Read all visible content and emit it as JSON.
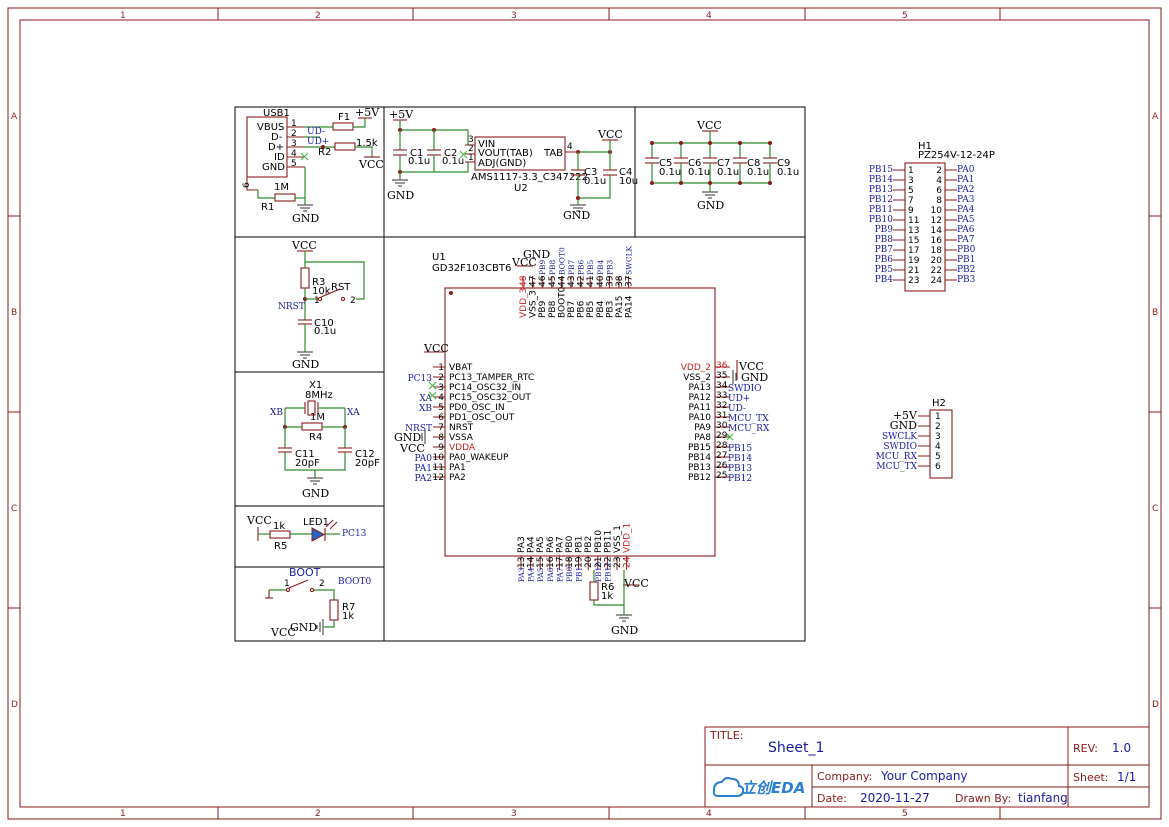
{
  "frame": {
    "cols": [
      "1",
      "2",
      "3",
      "4",
      "5"
    ],
    "rows": [
      "A",
      "B",
      "C",
      "D"
    ]
  },
  "power": {
    "p5v": "+5V",
    "vcc": "VCC",
    "gnd": "GND"
  },
  "usb": {
    "ref": "USB1",
    "pins": [
      "VBUS",
      "D-",
      "D+",
      "ID",
      "GND"
    ],
    "pin_nums": [
      "1",
      "2",
      "3",
      "4",
      "5",
      "6"
    ],
    "f1": "F1",
    "r2": "R2",
    "r2_val": "1.5k",
    "r1": "R1",
    "r1_val": "1M",
    "net_udm": "UD-",
    "net_udp": "UD+"
  },
  "ldo": {
    "c1": "C1",
    "c1v": "0.1u",
    "c2": "C2",
    "c2v": "0.1u",
    "pin_vin": "VIN",
    "pin_vout": "VOUT(TAB)",
    "pin_adj": "ADJ(GND)",
    "pin_tab": "TAB",
    "pn3": "3",
    "pn2": "2",
    "pn1": "1",
    "pn4": "4",
    "part": "AMS1117-3.3_C347222",
    "ref": "U2",
    "c3": "C3",
    "c3v": "0.1u",
    "c4": "C4",
    "c4v": "10u"
  },
  "decoup": {
    "caps": [
      {
        "ref": "C5",
        "val": "0.1u"
      },
      {
        "ref": "C6",
        "val": "0.1u"
      },
      {
        "ref": "C7",
        "val": "0.1u"
      },
      {
        "ref": "C8",
        "val": "0.1u"
      },
      {
        "ref": "C9",
        "val": "0.1u"
      }
    ]
  },
  "reset": {
    "r3": "R3",
    "r3v": "10k",
    "sw": "RST",
    "net": "NRST",
    "c10": "C10",
    "c10v": "0.1u",
    "p1": "1",
    "p2": "2"
  },
  "xtal": {
    "ref": "X1",
    "val": "8MHz",
    "r4": "R4",
    "r4v": "1M",
    "net_xb": "XB",
    "net_xa": "XA",
    "c11": "C11",
    "c11v": "20pF",
    "c12": "C12",
    "c12v": "20pF"
  },
  "led": {
    "r5": "R5",
    "r5v": "1k",
    "ref": "LED1",
    "net": "PC13"
  },
  "boot": {
    "title": "BOOT",
    "p1": "1",
    "p2": "2",
    "net": "BOOT0",
    "r7": "R7",
    "r7v": "1k"
  },
  "mcu": {
    "ref": "U1",
    "part": "GD32F103CBT6",
    "left": [
      {
        "num": "1",
        "name": "VBAT",
        "net": ""
      },
      {
        "num": "2",
        "name": "PC13_TAMPER_RTC",
        "net": "PC13"
      },
      {
        "num": "3",
        "name": "PC14_OSC32_IN",
        "net": ""
      },
      {
        "num": "4",
        "name": "PC15_OSC32_OUT",
        "net": "XA"
      },
      {
        "num": "5",
        "name": "PD0_OSC_IN",
        "net": "XB"
      },
      {
        "num": "6",
        "name": "PD1_OSC_OUT",
        "net": ""
      },
      {
        "num": "7",
        "name": "NRST",
        "net": "NRST"
      },
      {
        "num": "8",
        "name": "VSSA",
        "net": ""
      },
      {
        "num": "9",
        "name": "VDDA",
        "net": ""
      },
      {
        "num": "10",
        "name": "PA0_WAKEUP",
        "net": "PA0"
      },
      {
        "num": "11",
        "name": "PA1",
        "net": "PA1"
      },
      {
        "num": "12",
        "name": "PA2",
        "net": "PA2"
      }
    ],
    "right": [
      {
        "num": "36",
        "name": "VDD_2",
        "net": ""
      },
      {
        "num": "35",
        "name": "VSS_2",
        "net": ""
      },
      {
        "num": "34",
        "name": "PA13",
        "net": "SWDIO"
      },
      {
        "num": "33",
        "name": "PA12",
        "net": "UD+"
      },
      {
        "num": "32",
        "name": "PA11",
        "net": "UD-"
      },
      {
        "num": "31",
        "name": "PA10",
        "net": "MCU_TX"
      },
      {
        "num": "30",
        "name": "PA9",
        "net": "MCU_RX"
      },
      {
        "num": "29",
        "name": "PA8",
        "net": ""
      },
      {
        "num": "28",
        "name": "PB15",
        "net": "PB15"
      },
      {
        "num": "27",
        "name": "PB14",
        "net": "PB14"
      },
      {
        "num": "26",
        "name": "PB13",
        "net": "PB13"
      },
      {
        "num": "25",
        "name": "PB12",
        "net": "PB12"
      }
    ],
    "top": [
      {
        "num": "48",
        "name": "VDD_3",
        "net": ""
      },
      {
        "num": "47",
        "name": "VSS_3",
        "net": ""
      },
      {
        "num": "46",
        "name": "PB9",
        "net": "PB9"
      },
      {
        "num": "45",
        "name": "PB8",
        "net": "PB8"
      },
      {
        "num": "44",
        "name": "BOOT0",
        "net": "BOOT0"
      },
      {
        "num": "43",
        "name": "PB7",
        "net": "PB7"
      },
      {
        "num": "42",
        "name": "PB6",
        "net": "PB6"
      },
      {
        "num": "41",
        "name": "PB5",
        "net": "PB5"
      },
      {
        "num": "40",
        "name": "PB4",
        "net": "PB4"
      },
      {
        "num": "39",
        "name": "PB3",
        "net": "PB3"
      },
      {
        "num": "38",
        "name": "PA15",
        "net": ""
      },
      {
        "num": "37",
        "name": "PA14",
        "net": "SWCLK"
      }
    ],
    "bottom": [
      {
        "num": "13",
        "name": "PA3",
        "net": "PA3"
      },
      {
        "num": "14",
        "name": "PA4",
        "net": "PA4"
      },
      {
        "num": "15",
        "name": "PA5",
        "net": "PA5"
      },
      {
        "num": "16",
        "name": "PA6",
        "net": "PA6"
      },
      {
        "num": "17",
        "name": "PA7",
        "net": "PA7"
      },
      {
        "num": "18",
        "name": "PB0",
        "net": "PB0"
      },
      {
        "num": "19",
        "name": "PB1",
        "net": "PB1"
      },
      {
        "num": "20",
        "name": "PB2",
        "net": ""
      },
      {
        "num": "21",
        "name": "PB10",
        "net": "PB10"
      },
      {
        "num": "22",
        "name": "PB11",
        "net": "PB11"
      },
      {
        "num": "23",
        "name": "VSS_1",
        "net": ""
      },
      {
        "num": "24",
        "name": "VDD_1",
        "net": ""
      }
    ],
    "r6": "R6",
    "r6v": "1k"
  },
  "h1": {
    "ref": "H1",
    "part": "PZ254V-12-24P",
    "rows": [
      {
        "l": "PB15",
        "ln": "1",
        "rn": "2",
        "r": "PA0"
      },
      {
        "l": "PB14",
        "ln": "3",
        "rn": "4",
        "r": "PA1"
      },
      {
        "l": "PB13",
        "ln": "5",
        "rn": "6",
        "r": "PA2"
      },
      {
        "l": "PB12",
        "ln": "7",
        "rn": "8",
        "r": "PA3"
      },
      {
        "l": "PB11",
        "ln": "9",
        "rn": "10",
        "r": "PA4"
      },
      {
        "l": "PB10",
        "ln": "11",
        "rn": "12",
        "r": "PA5"
      },
      {
        "l": "PB9",
        "ln": "13",
        "rn": "14",
        "r": "PA6"
      },
      {
        "l": "PB8",
        "ln": "15",
        "rn": "16",
        "r": "PA7"
      },
      {
        "l": "PB7",
        "ln": "17",
        "rn": "18",
        "r": "PB0"
      },
      {
        "l": "PB6",
        "ln": "19",
        "rn": "20",
        "r": "PB1"
      },
      {
        "l": "PB5",
        "ln": "21",
        "rn": "22",
        "r": "PB2"
      },
      {
        "l": "PB4",
        "ln": "23",
        "rn": "24",
        "r": "PB3"
      }
    ]
  },
  "h2": {
    "ref": "H2",
    "rows": [
      {
        "net": "+5V",
        "num": "1"
      },
      {
        "net": "GND",
        "num": "2"
      },
      {
        "net": "SWCLK",
        "num": "3"
      },
      {
        "net": "SWDIO",
        "num": "4"
      },
      {
        "net": "MCU_RX",
        "num": "5"
      },
      {
        "net": "MCU_TX",
        "num": "6"
      }
    ]
  },
  "titleblock": {
    "title_label": "TITLE:",
    "title": "Sheet_1",
    "rev_label": "REV:",
    "rev": "1.0",
    "logo": "立创EDA",
    "company_label": "Company:",
    "company": "Your Company",
    "sheet_label": "Sheet:",
    "sheet": "1/1",
    "date_label": "Date:",
    "date": "2020-11-27",
    "drawn_label": "Drawn By:",
    "drawn": "tianfang"
  }
}
